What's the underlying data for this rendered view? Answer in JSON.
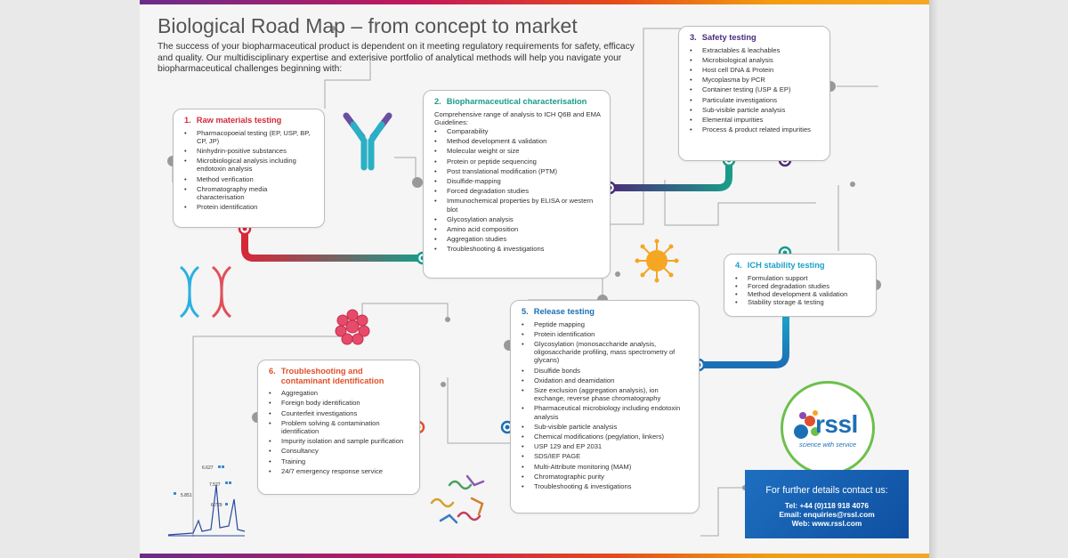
{
  "title": "Biological Road Map – from concept to market",
  "intro": "The success of your biopharmaceutical product is dependent on it meeting regulatory requirements for safety, efficacy and quality. Our multidisciplinary expertise and extensive portfolio of analytical methods will help you navigate your biopharmaceutical challenges beginning with:",
  "colors": {
    "red": "#d62839",
    "teal": "#1a9b8a",
    "purple": "#4a2c7a",
    "cyan": "#1aa1c9",
    "blue": "#1c6fb4",
    "orange": "#e0502a",
    "brand_green": "#6cc04a"
  },
  "boxes": {
    "raw": {
      "num": "1.",
      "title": "Raw materials testing",
      "items": [
        "Pharmacopoeial testing (EP, USP, BP, CP, JP)",
        "Ninhydrin-positive substances",
        "Microbiological analysis including endotoxin analysis",
        "Method verification",
        "Chromatography media characterisation",
        "Protein identification"
      ]
    },
    "bio": {
      "num": "2.",
      "title": "Biopharmaceutical characterisation",
      "sub": "Comprehensive range of analysis to ICH Q6B and EMA Guidelines:",
      "items": [
        "Comparability",
        "Method development & validation",
        "Molecular weight or size",
        "Protein or peptide sequencing",
        "Post translational modification (PTM)",
        "Disulfide-mapping",
        "Forced degradation studies",
        "Immunochemical properties by ELISA or western blot",
        "Glycosylation analysis",
        "Amino acid composition",
        "Aggregation studies",
        "Troubleshooting & investigations"
      ]
    },
    "safety": {
      "num": "3.",
      "title": "Safety testing",
      "items": [
        "Extractables & leachables",
        "Microbiological analysis",
        "Host cell DNA & Protein",
        "Mycoplasma by PCR",
        "Container testing (USP & EP)",
        "Particulate investigations",
        "Sub-visible particle analysis",
        "Elemental impurities",
        "Process & product related impurities"
      ]
    },
    "ich": {
      "num": "4.",
      "title": "ICH stability testing",
      "items": [
        "Formulation support",
        "Forced degradation studies",
        "Method development & validation",
        "Stability storage & testing"
      ]
    },
    "release": {
      "num": "5.",
      "title": "Release testing",
      "items": [
        "Peptide mapping",
        "Protein identification",
        "Glycosylation (monosaccharide analysis, oligosaccharide profiling, mass spectrometry of glycans)",
        "Disulfide bonds",
        "Oxidation and deamidation",
        "Size exclusion (aggregation analysis), ion exchange, reverse phase chromatography",
        "Pharmaceutical microbiology including endotoxin analysis",
        "Sub-visible particle analysis",
        "Chemical modifications (pegylation, linkers)",
        "USP 129 and EP 2031",
        "SDS/IEF PAGE",
        "Multi-Attribute monitoring (MAM)",
        "Chromatographic purity",
        "Troubleshooting & investigations"
      ]
    },
    "trouble": {
      "num": "6.",
      "title": "Troubleshooting and contaminant identification",
      "items": [
        "Aggregation",
        "Foreign body identification",
        "Counterfeit investigations",
        "Problem solving & contamination identification",
        "Impurity isolation and sample purification",
        "Consultancy",
        "Training",
        "24/7 emergency response service"
      ]
    }
  },
  "chromatogram": {
    "peaks": [
      "6.627",
      "7.527",
      "5.851",
      "6.729"
    ]
  },
  "logo": {
    "word": "rssl",
    "tagline": "science with service"
  },
  "contact": {
    "cta": "For further details contact us:",
    "tel": "Tel: +44 (0)118 918 4076",
    "email": "Email: enquiries@rssl.com",
    "web": "Web: www.rssl.com"
  },
  "icons": [
    "antibody-icon",
    "dna-helix-icon",
    "virus-icon",
    "cell-cluster-icon",
    "protein-structure-icon",
    "chromatogram-icon",
    "rssl-logo"
  ]
}
